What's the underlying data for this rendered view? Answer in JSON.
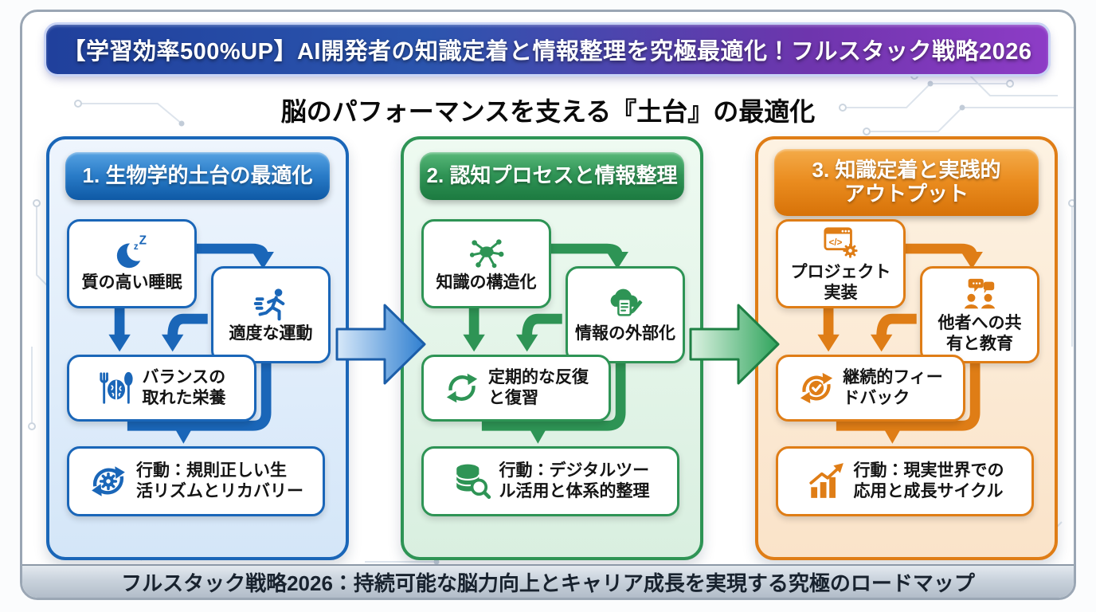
{
  "banner": {
    "title": "【学習効率500%UP】AI開発者の知識定着と情報整理を究極最適化！フルスタック戦略2026"
  },
  "subtitle": "脳のパフォーマンスを支える『土台』の最適化",
  "columns": [
    {
      "header": "1. 生物学的土台の最適化",
      "accent": "#1a66b8",
      "boxes": [
        {
          "icon": "moon-sleep-icon",
          "label": "質の高い睡眠"
        },
        {
          "icon": "runner-icon",
          "label": "適度な運動"
        },
        {
          "icon": "fork-brain-spoon-icon",
          "label": "バランスの\n取れた栄養"
        },
        {
          "icon": "cycle-gear-icon",
          "label": "行動：規則正しい生\n活リズムとリカバリー"
        }
      ]
    },
    {
      "header": "2. 認知プロセスと情報整理",
      "accent": "#2e9455",
      "boxes": [
        {
          "icon": "knowledge-network-icon",
          "label": "知識の構造化"
        },
        {
          "icon": "cloud-note-icon",
          "label": "情報の外部化"
        },
        {
          "icon": "repeat-icon",
          "label": "定期的な反復\nと復習"
        },
        {
          "icon": "database-search-icon",
          "label": "行動：デジタルツー\nル活用と体系的整理"
        }
      ]
    },
    {
      "header": "3. 知識定着と実践的\nアウトプット",
      "accent": "#df7d16",
      "boxes": [
        {
          "icon": "code-window-icon",
          "label": "プロジェクト\n実装"
        },
        {
          "icon": "share-people-icon",
          "label": "他者への共\n有と教育"
        },
        {
          "icon": "feedback-cycle-icon",
          "label": "継続的フィー\nドバック"
        },
        {
          "icon": "growth-chart-icon",
          "label": "行動：現実世界での\n応用と成長サイクル"
        }
      ]
    }
  ],
  "footer": {
    "text": "フルスタック戦略2026：持続可能な脳力向上とキャリア成長を実現する究極のロードマップ"
  },
  "icon_glyphs": {
    "z_small": "z",
    "z_big": "Z",
    "code": "</>"
  },
  "colors": {
    "banner_left": "#20409c",
    "banner_right": "#8d3cc6",
    "blue": "#1a66b8",
    "green": "#2e9455",
    "orange": "#df7d16",
    "arrow_blue_light": "#d7e8f9",
    "arrow_blue_dark": "#2f7fd0",
    "arrow_green_light": "#dcf2e2",
    "arrow_green_dark": "#2fa45c",
    "footer_bg": "#c9d2dc",
    "circuit_line": "#dde4ec"
  }
}
